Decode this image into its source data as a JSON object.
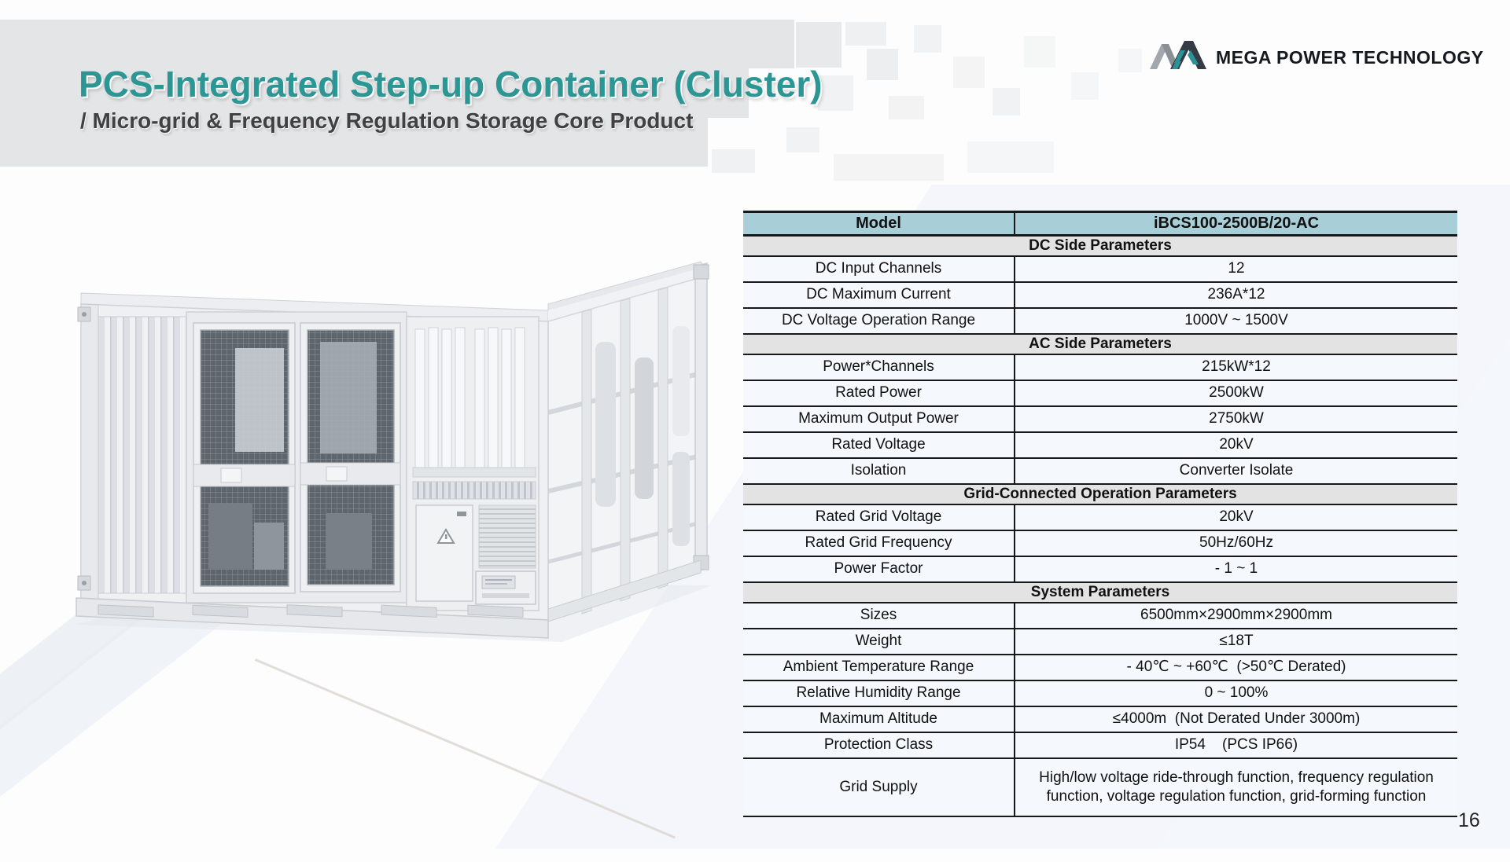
{
  "page": {
    "number": "16"
  },
  "brand": {
    "name": "MEGA POWER TECHNOLOGY",
    "accent_teal": "#2d9297",
    "dark": "#343b44"
  },
  "header": {
    "title": "PCS-Integrated Step-up Container (Cluster)",
    "subtitle": "/ Micro-grid & Frequency Regulation Storage Core Product",
    "title_color": "#2b9694"
  },
  "spec_table": {
    "colors": {
      "header_bg": "#a8ced7",
      "section_bg": "#e3e3e4",
      "row_bg": "#f5f8fc",
      "border": "#17181a"
    },
    "header": {
      "label": "Model",
      "value": "iBCS100-2500B/20-AC"
    },
    "sections": [
      {
        "title": "DC Side Parameters",
        "rows": [
          {
            "label": "DC Input Channels",
            "value": "12"
          },
          {
            "label": "DC Maximum Current",
            "value": "236A*12"
          },
          {
            "label": "DC Voltage Operation Range",
            "value": "1000V ~ 1500V"
          }
        ]
      },
      {
        "title": "AC Side Parameters",
        "rows": [
          {
            "label": "Power*Channels",
            "value": "215kW*12"
          },
          {
            "label": "Rated Power",
            "value": "2500kW"
          },
          {
            "label": "Maximum Output Power",
            "value": "2750kW"
          },
          {
            "label": "Rated Voltage",
            "value": "20kV"
          },
          {
            "label": "Isolation",
            "value": "Converter Isolate"
          }
        ]
      },
      {
        "title": "Grid-Connected Operation Parameters",
        "rows": [
          {
            "label": "Rated Grid Voltage",
            "value": "20kV"
          },
          {
            "label": "Rated Grid Frequency",
            "value": "50Hz/60Hz"
          },
          {
            "label": "Power Factor",
            "value": "- 1 ~ 1"
          }
        ]
      },
      {
        "title": "System Parameters",
        "rows": [
          {
            "label": "Sizes",
            "value": "6500mm×2900mm×2900mm"
          },
          {
            "label": "Weight",
            "value": "≤18T"
          },
          {
            "label": "Ambient Temperature Range",
            "value": "- 40℃ ~ +60℃  (>50℃ Derated)"
          },
          {
            "label": "Relative Humidity Range",
            "value": "0 ~ 100%"
          },
          {
            "label": "Maximum Altitude",
            "value": "≤4000m  (Not Derated Under 3000m)"
          },
          {
            "label": "Protection Class",
            "value": "IP54    (PCS IP66)"
          },
          {
            "label": "Grid Supply",
            "value": "High/low voltage ride-through function, frequency regulation function, voltage regulation function, grid-forming function"
          }
        ]
      }
    ]
  }
}
